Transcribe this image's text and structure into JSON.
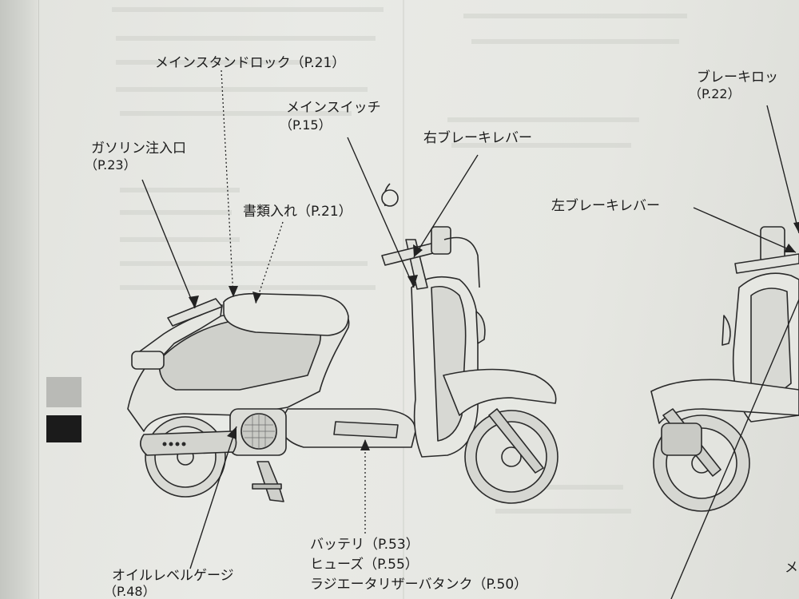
{
  "labels": {
    "main_stand_lock": "メインスタンドロック（P.21）",
    "main_switch": "メインスイッチ",
    "main_switch_page": "（P.15）",
    "right_brake_lever": "右ブレーキレバー",
    "brake_lock": "ブレーキロッ",
    "brake_lock_page": "（P.22）",
    "fuel_inlet": "ガソリン注入口",
    "fuel_inlet_page": "（P.23）",
    "document_box": "書類入れ（P.21）",
    "left_brake_lever": "左ブレーキレバー",
    "battery": "バッテリ（P.53）",
    "fuse": "ヒューズ（P.55）",
    "radiator_reserve_tank": "ラジエータリザーバタンク（P.50）",
    "oil_level_gauge": "オイルレベルゲージ",
    "oil_level_gauge_page": "（P.48）",
    "edge_fragment": "メ"
  }
}
